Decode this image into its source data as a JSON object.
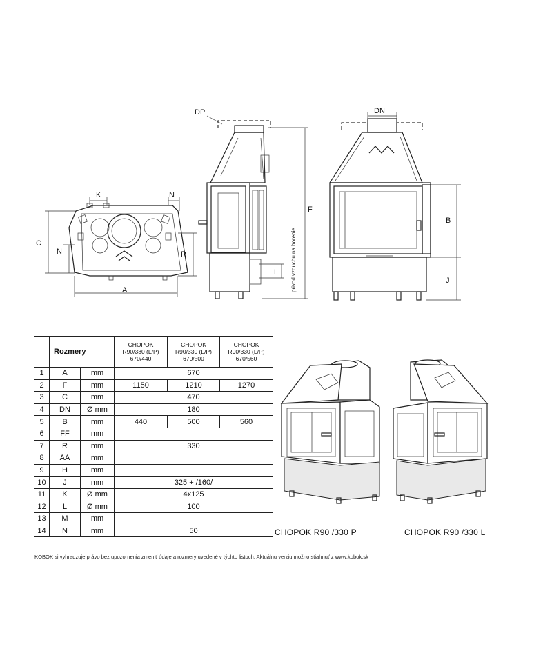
{
  "drawing_labels": {
    "dp": "DP",
    "dn": "DN",
    "k": "K",
    "n_top": "N",
    "c": "C",
    "n_side": "N",
    "r": "R",
    "a": "A",
    "f": "F",
    "b": "B",
    "j": "J",
    "l": "L",
    "air_inlet": "privod vzduchu na horenie"
  },
  "table": {
    "title": "Rozmery",
    "models": [
      [
        "CHOPOK",
        "R90/330 (L/P)",
        "670/440"
      ],
      [
        "CHOPOK",
        "R90/330 (L/P)",
        "670/500"
      ],
      [
        "CHOPOK",
        "R90/330 (L/P)",
        "670/560"
      ]
    ],
    "rows": [
      {
        "no": "1",
        "code": "A",
        "unit": "mm",
        "values": [
          "670"
        ]
      },
      {
        "no": "2",
        "code": "F",
        "unit": "mm",
        "values": [
          "1150",
          "1210",
          "1270"
        ]
      },
      {
        "no": "3",
        "code": "C",
        "unit": "mm",
        "values": [
          "470"
        ]
      },
      {
        "no": "4",
        "code": "DN",
        "unit": "Ø mm",
        "values": [
          "180"
        ]
      },
      {
        "no": "5",
        "code": "B",
        "unit": "mm",
        "values": [
          "440",
          "500",
          "560"
        ]
      },
      {
        "no": "6",
        "code": "FF",
        "unit": "mm",
        "values": [
          ""
        ]
      },
      {
        "no": "7",
        "code": "R",
        "unit": "mm",
        "values": [
          "330"
        ]
      },
      {
        "no": "8",
        "code": "AA",
        "unit": "mm",
        "values": [
          ""
        ]
      },
      {
        "no": "9",
        "code": "H",
        "unit": "mm",
        "values": [
          ""
        ]
      },
      {
        "no": "10",
        "code": "J",
        "unit": "mm",
        "values": [
          "325 + /160/"
        ]
      },
      {
        "no": "11",
        "code": "K",
        "unit": "Ø mm",
        "values": [
          "4x125"
        ]
      },
      {
        "no": "12",
        "code": "L",
        "unit": "Ø mm",
        "values": [
          "100"
        ]
      },
      {
        "no": "13",
        "code": "M",
        "unit": "mm",
        "values": [
          ""
        ]
      },
      {
        "no": "14",
        "code": "N",
        "unit": "mm",
        "values": [
          "50"
        ]
      }
    ]
  },
  "captions": {
    "right_version": "CHOPOK  R90 /330 P",
    "left_version": "CHOPOK  R90 /330 L"
  },
  "footer": "KOBOK si vyhradzuje právo bez upozornenia zmeniť údaje a rozmery uvedené v týchto listoch. Aktuálnu verziu možno stiahnuť z www.kobok.sk"
}
